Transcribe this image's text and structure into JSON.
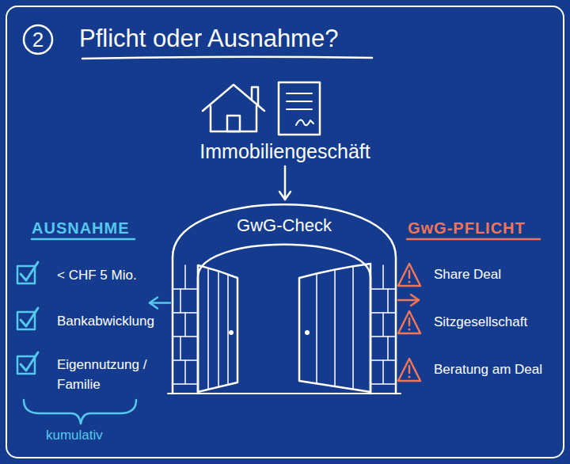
{
  "diagram": {
    "title": "Pflicht oder Ausnahme?",
    "nodes": [
      {
        "text": [
          "2"
        ]
      },
      {
        "text": [
          "Immobiliengeschäft"
        ]
      },
      {
        "text": [
          "GwG-Check"
        ]
      },
      {
        "text": [
          "AUSNAHME",
          "< CHF 5 Mio.",
          "Bankabwicklung",
          "Eigennutzung / Familie",
          "kumulativ"
        ]
      },
      {
        "text": [
          "GwG-PFLICHT",
          "Share Deal",
          "Sitzgesellschaft",
          "Beratung am Deal"
        ]
      }
    ],
    "edges": [
      {
        "from": 1,
        "to": 2,
        "arrow": "to"
      },
      {
        "from": 2,
        "to": 3,
        "arrow": "to"
      },
      {
        "from": 2,
        "to": 4,
        "arrow": "to"
      }
    ]
  }
}
